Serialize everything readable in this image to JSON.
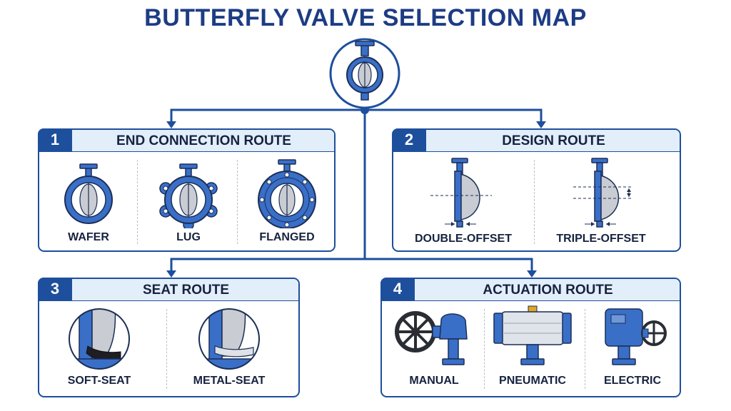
{
  "title": "BUTTERFLY VALVE SELECTION MAP",
  "colors": {
    "primary": "#1d4f9c",
    "header_bg": "#e3eefb",
    "valve_blue": "#3a6fc8",
    "disc_gray": "#c9ccd2"
  },
  "routes": [
    {
      "number": "1",
      "title": "END CONNECTION ROUTE",
      "options": [
        {
          "label": "WAFER",
          "icon": "wafer-valve-icon"
        },
        {
          "label": "LUG",
          "icon": "lug-valve-icon"
        },
        {
          "label": "FLANGED",
          "icon": "flanged-valve-icon"
        }
      ]
    },
    {
      "number": "2",
      "title": "DESIGN ROUTE",
      "options": [
        {
          "label": "DOUBLE-OFFSET",
          "icon": "double-offset-disc-icon"
        },
        {
          "label": "TRIPLE-OFFSET",
          "icon": "triple-offset-disc-icon"
        }
      ]
    },
    {
      "number": "3",
      "title": "SEAT ROUTE",
      "options": [
        {
          "label": "SOFT-SEAT",
          "icon": "soft-seat-detail-icon"
        },
        {
          "label": "METAL-SEAT",
          "icon": "metal-seat-detail-icon"
        }
      ]
    },
    {
      "number": "4",
      "title": "ACTUATION ROUTE",
      "options": [
        {
          "label": "MANUAL",
          "icon": "handwheel-gearbox-icon"
        },
        {
          "label": "PNEUMATIC",
          "icon": "pneumatic-actuator-icon"
        },
        {
          "label": "ELECTRIC",
          "icon": "electric-actuator-icon"
        }
      ]
    }
  ]
}
